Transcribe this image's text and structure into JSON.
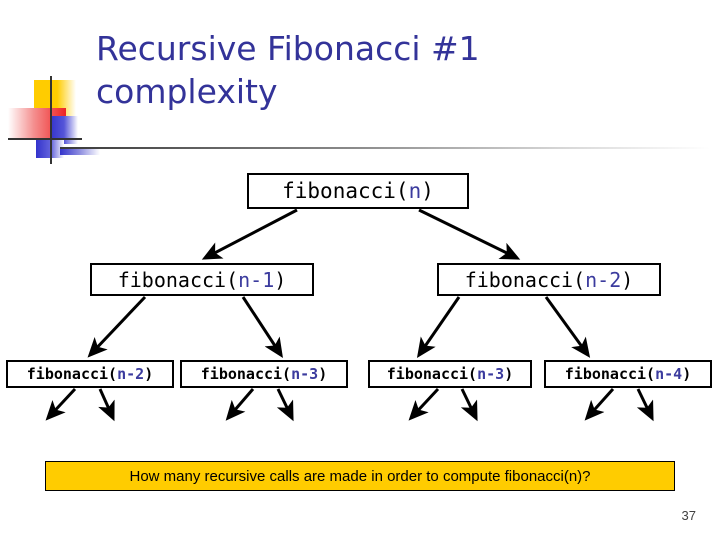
{
  "slide": {
    "title": "Recursive Fibonacci #1\ncomplexity",
    "title_color": "#333399",
    "page_number": "37"
  },
  "logo": {
    "name": "decorative-slide-logo",
    "colors": {
      "yellow": "#ffcc00",
      "red": "#ee2222",
      "blue": "#3333cc",
      "line": "#333333"
    }
  },
  "tree": {
    "type": "call-tree",
    "levels": [
      {
        "level": 1,
        "nodes": [
          {
            "id": "root",
            "prefix": "fibonacci(",
            "arg": "n",
            "suffix": ")",
            "full": "fibonacci(n)"
          }
        ]
      },
      {
        "level": 2,
        "nodes": [
          {
            "id": "n1",
            "prefix": "fibonacci(",
            "arg": "n-1",
            "suffix": ")",
            "full": "fibonacci(n-1)"
          },
          {
            "id": "n2",
            "prefix": "fibonacci(",
            "arg": "n-2",
            "suffix": ")",
            "full": "fibonacci(n-2)"
          }
        ]
      },
      {
        "level": 3,
        "nodes": [
          {
            "id": "leaf1",
            "prefix": "fibonacci(",
            "arg": "n-2",
            "suffix": ")",
            "full": "fibonacci(n-2)"
          },
          {
            "id": "leaf2",
            "prefix": "fibonacci(",
            "arg": "n-3",
            "suffix": ")",
            "full": "fibonacci(n-3)"
          },
          {
            "id": "leaf3",
            "prefix": "fibonacci(",
            "arg": "n-3",
            "suffix": ")",
            "full": "fibonacci(n-3)"
          },
          {
            "id": "leaf4",
            "prefix": "fibonacci(",
            "arg": "n-4",
            "suffix": ")",
            "full": "fibonacci(n-4)"
          }
        ]
      }
    ],
    "arg_color": "#3b3b9e",
    "node_border_color": "#000000",
    "arrow_color": "#000000"
  },
  "callout": {
    "text": "How many recursive calls are made in order to compute fibonacci(n)?",
    "background": "#ffcc00",
    "border": "#000000"
  }
}
